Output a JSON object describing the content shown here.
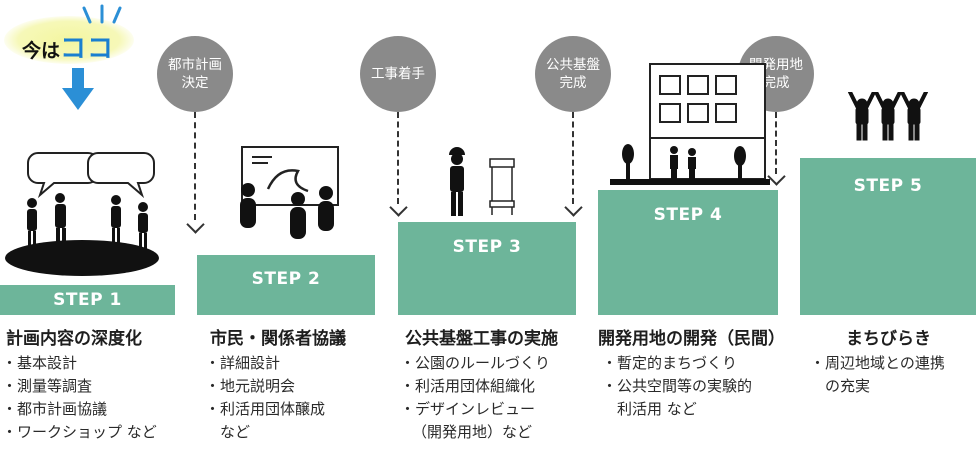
{
  "here_label": {
    "prefix": "今は",
    "highlight": "ココ"
  },
  "milestones": [
    {
      "line1": "都市計画",
      "line2": "決定"
    },
    {
      "line1": "工事着手",
      "line2": ""
    },
    {
      "line1": "公共基盤",
      "line2": "完成"
    },
    {
      "line1": "開発用地",
      "line2": "完成"
    }
  ],
  "steps": [
    {
      "label": "STEP 1",
      "title": "計画内容の深度化",
      "items": [
        "・基本設計",
        "・測量等調査",
        "・都市計画協議",
        "・ワークショップ など"
      ]
    },
    {
      "label": "STEP 2",
      "title": "市民・関係者協議",
      "items": [
        "・詳細設計",
        "・地元説明会",
        "・利活用団体醸成",
        "　など"
      ]
    },
    {
      "label": "STEP 3",
      "title": "公共基盤工事の実施",
      "items": [
        "・公園のルールづくり",
        "・利活用団体組織化",
        "・デザインレビュー",
        "（開発用地）など"
      ]
    },
    {
      "label": "STEP 4",
      "title": "開発用地の開発（民間）",
      "items": [
        "・暫定的まちづくり",
        "・公共空間等の実験的",
        "　利活用 など"
      ]
    },
    {
      "label": "STEP 5",
      "title": "まちびらき",
      "items": [
        "・周辺地域との連携",
        "　の充実"
      ]
    }
  ],
  "colors": {
    "step": "#6db59a",
    "bubble": "#8a8a8a",
    "arrow": "#2b8fd6",
    "highlight": "#1a7fd0"
  }
}
